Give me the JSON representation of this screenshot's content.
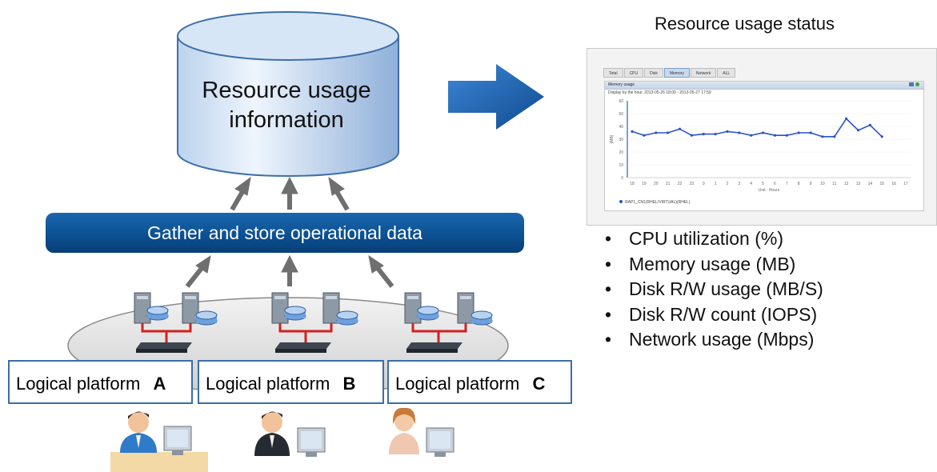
{
  "database": {
    "title_line1": "Resource usage",
    "title_line2": "information"
  },
  "banner": {
    "label": "Gather and store operational data"
  },
  "platforms": [
    {
      "text": "Logical platform",
      "letter": "A"
    },
    {
      "text": "Logical platform",
      "letter": "B"
    },
    {
      "text": "Logical platform",
      "letter": "C"
    }
  ],
  "status_panel": {
    "title": "Resource usage status",
    "tabs": [
      "Total",
      "CPU",
      "Disk",
      "Memory",
      "Network",
      "ALL"
    ],
    "active_tab": "Memory",
    "inner_title": "Memory usage",
    "inner_subtitle": "Display by the hour.  2013-05-26 18:00 - 2013-05-27 17:59",
    "y_axis_label": "(MB)",
    "x_axis_label": "Unit : Hours",
    "legend": "RAP1_CN1(RHEL/VIRTUAL)(RHEL)"
  },
  "metrics": [
    "CPU utilization (%)",
    "Memory usage (MB)",
    "Disk R/W usage (MB/S)",
    "Disk R/W count (IOPS)",
    "Network usage (Mbps)"
  ],
  "colors": {
    "banner": "#0b4f90",
    "platform_border": "#3b6ea7",
    "arrow_blue": "#1e5fa8",
    "chart_line": "#2d51c9"
  },
  "chart_data": {
    "type": "line",
    "x": [
      "18",
      "19",
      "20",
      "21",
      "22",
      "23",
      "0",
      "1",
      "2",
      "3",
      "4",
      "5",
      "6",
      "7",
      "8",
      "9",
      "10",
      "11",
      "12",
      "13",
      "14",
      "15",
      "16",
      "17"
    ],
    "ylim": [
      0,
      60
    ],
    "yticks": [
      0,
      10,
      20,
      30,
      40,
      50,
      60
    ],
    "series": [
      {
        "name": "RAP1_CN1(RHEL/VIRTUAL)(RHEL)",
        "values": [
          36,
          33,
          35,
          35,
          38,
          33,
          34,
          34,
          36,
          35,
          33,
          35,
          33,
          33,
          35,
          35,
          32,
          32,
          46,
          37,
          41,
          32,
          null,
          null
        ]
      }
    ]
  }
}
